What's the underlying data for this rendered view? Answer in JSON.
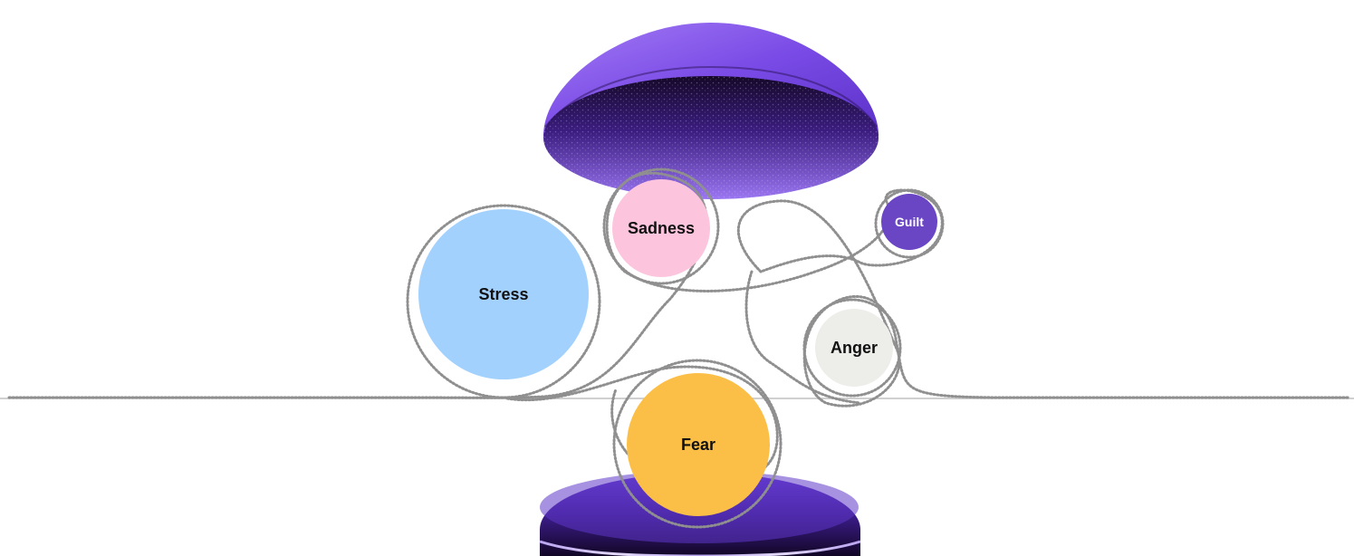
{
  "diagram": {
    "bubbles": [
      {
        "key": "stress",
        "label": "Stress",
        "fill": "#A3D1FE",
        "text_color": "#111111"
      },
      {
        "key": "sadness",
        "label": "Sadness",
        "fill": "#FDC5DD",
        "text_color": "#111111"
      },
      {
        "key": "guilt",
        "label": "Guilt",
        "fill": "#6A45C4",
        "text_color": "#FFFFFF"
      },
      {
        "key": "anger",
        "label": "Anger",
        "fill": "#EDEDEA",
        "text_color": "#111111"
      },
      {
        "key": "fear",
        "label": "Fear",
        "fill": "#FBBF47",
        "text_color": "#111111"
      }
    ],
    "colors": {
      "dome_top": "#8D5DF0",
      "dome_inner": "#3A1C7A",
      "dome_dark": "#1C0C3E",
      "dome_accent": "#6C3FE0",
      "thread": "#8A8A8A",
      "horizon": "#CFCFCF"
    }
  }
}
